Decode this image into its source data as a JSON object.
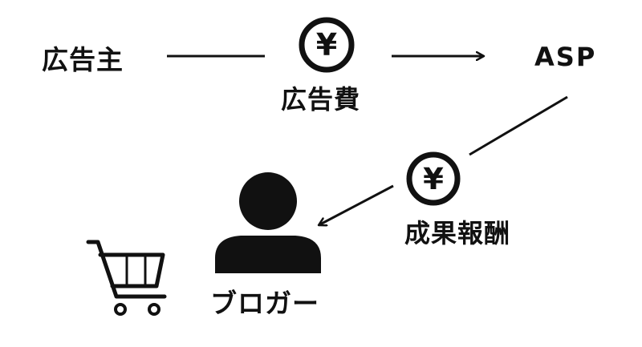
{
  "nodes": {
    "advertiser": "広告主",
    "asp": "ASP",
    "blogger": "ブロガー"
  },
  "flows": {
    "ad_fee": "広告費",
    "reward": "成果報酬"
  },
  "icons": {
    "coin_symbol": "¥",
    "coin_icon": "yen-coin-icon",
    "person_icon": "person-icon",
    "cart_icon": "shopping-cart-icon"
  },
  "colors": {
    "ink": "#111111",
    "background": "#ffffff"
  }
}
